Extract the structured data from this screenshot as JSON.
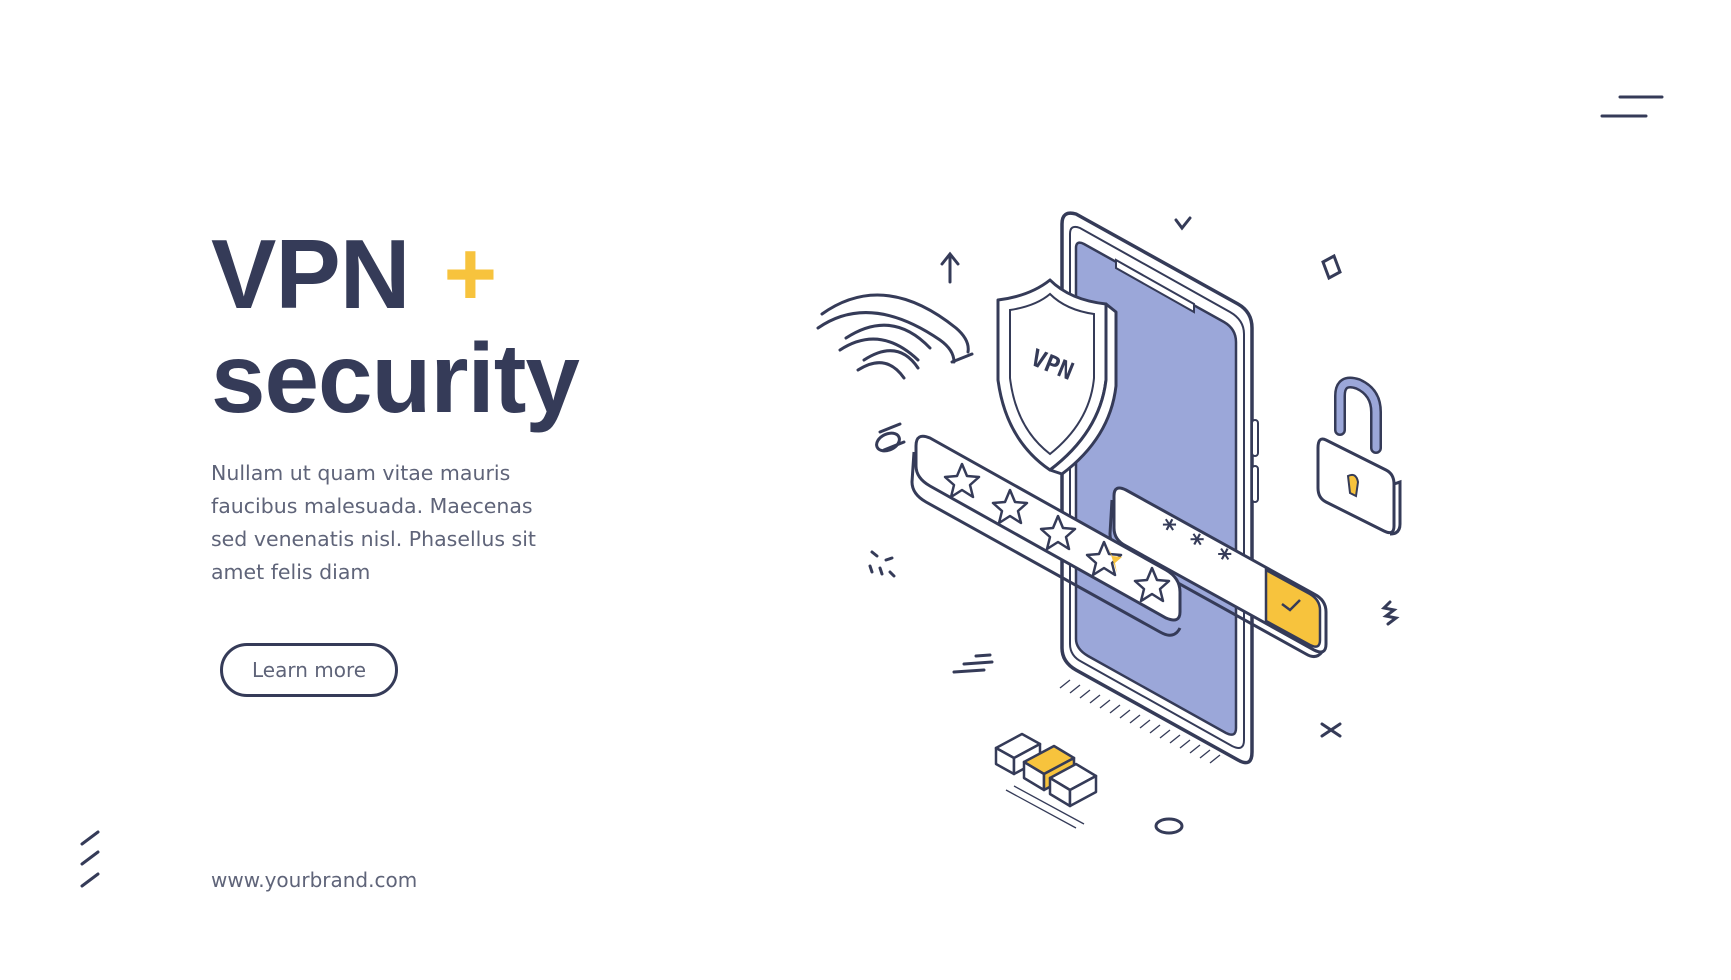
{
  "header": {
    "menu_icon": "hamburger-menu-icon"
  },
  "hero": {
    "title_line1": "VPN",
    "title_plus": "+",
    "title_line2": "security",
    "description": "Nullam ut quam vitae mauris faucibus malesuada. Maecenas sed venenatis nisl. Phasellus sit amet felis diam",
    "button_label": "Learn more"
  },
  "illustration": {
    "shield_label": "VPN",
    "password_mask": "* * *",
    "rating_stars": 5,
    "icons": [
      "smartphone-icon",
      "shield-icon",
      "wifi-icon",
      "padlock-icon",
      "star-rating-bar",
      "password-field",
      "checkmark-icon",
      "arrow-up-icon",
      "server-blocks-icon"
    ]
  },
  "footer": {
    "url": "www.yourbrand.com"
  },
  "colors": {
    "text_dark": "#353b58",
    "text_muted": "#5f6479",
    "accent_yellow": "#f7c33d",
    "screen_blue": "#9ba7d9",
    "outline": "#353b58",
    "background": "#ffffff"
  }
}
